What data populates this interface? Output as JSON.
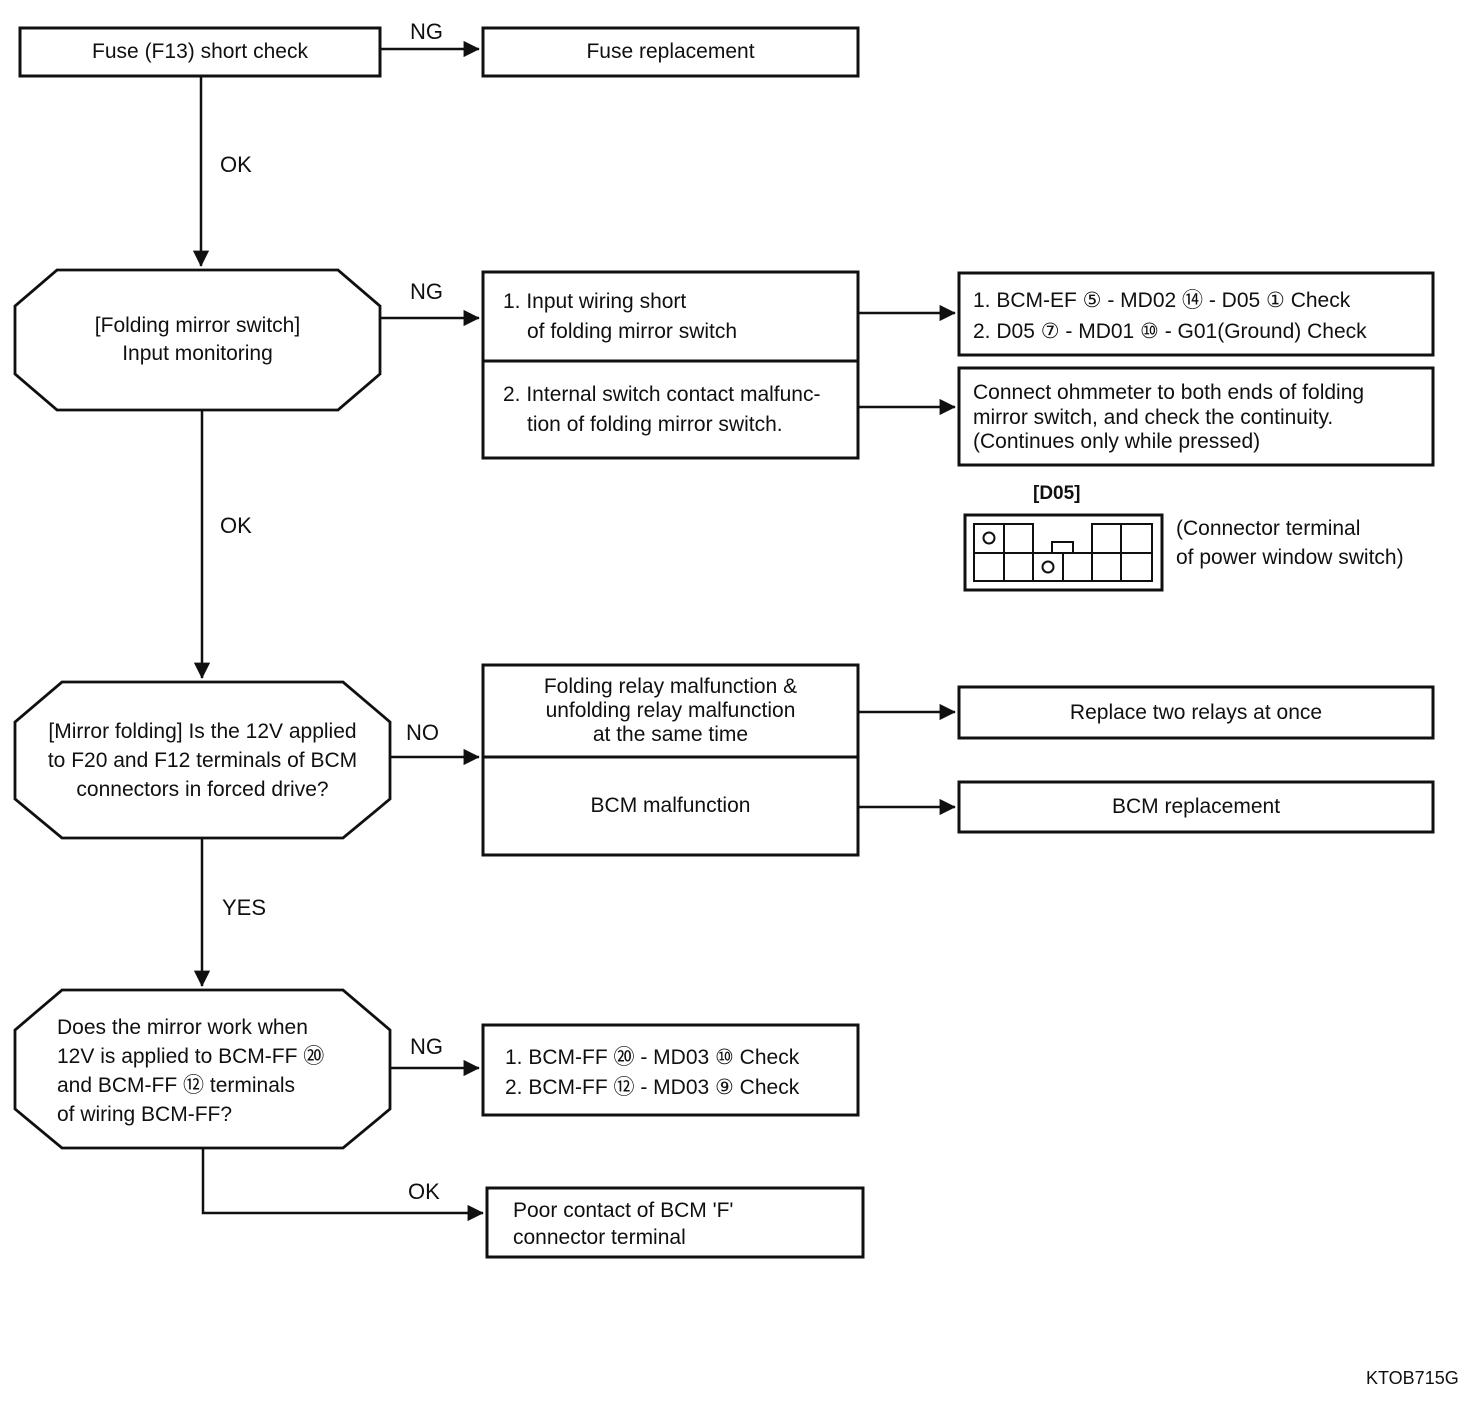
{
  "colors": {
    "ink": "#101010",
    "background": "#ffffff"
  },
  "figure_code": "KTOB715G",
  "edge_labels": {
    "step1_ng": "NG",
    "step1_ok": "OK",
    "step2_ng": "NG",
    "step2_ok": "OK",
    "step3_no": "NO",
    "step3_yes": "YES",
    "step4_ng": "NG",
    "step4_ok": "OK"
  },
  "boxes": {
    "fuse_check": "Fuse (F13) short check",
    "fuse_replacement": "Fuse replacement",
    "input_monitoring": [
      "[Folding mirror switch]",
      "Input monitoring"
    ],
    "cause_wiring_short": [
      "1. Input wiring short",
      "of folding mirror switch"
    ],
    "cause_contact": [
      "2. Internal switch contact malfunc-",
      "tion of folding mirror switch."
    ],
    "check_wiring": [
      "1. BCM-EF ⑤ - MD02 ⑭ - D05 ① Check",
      "2. D05 ⑦ - MD01 ⑩ - G01(Ground) Check"
    ],
    "check_ohmmeter": [
      "Connect ohmmeter to both ends of folding",
      "mirror switch, and check the continuity.",
      "(Continues only while pressed)"
    ],
    "mirror_folding_question": [
      "[Mirror folding] Is the 12V applied",
      "to F20 and F12 terminals of BCM",
      "connectors in forced drive?"
    ],
    "relay_malfunction": [
      "Folding relay malfunction &",
      "unfolding relay malfunction",
      "at the same time"
    ],
    "bcm_malfunction": "BCM malfunction",
    "replace_relays": "Replace two relays at once",
    "bcm_replacement": "BCM replacement",
    "mirror_work_question": [
      "Does the mirror work when",
      "12V is applied to BCM-FF ⑳",
      "and BCM-FF ⑫ terminals",
      "of wiring BCM-FF?"
    ],
    "check_bcm_ff": [
      "1. BCM-FF ⑳ - MD03 ⑩ Check",
      "2. BCM-FF ⑫ - MD03 ⑨ Check"
    ],
    "poor_contact": [
      "Poor contact of BCM 'F'",
      "connector terminal"
    ]
  },
  "connector": {
    "label": "[D05]",
    "note": [
      "(Connector terminal",
      "of power window switch)"
    ]
  }
}
